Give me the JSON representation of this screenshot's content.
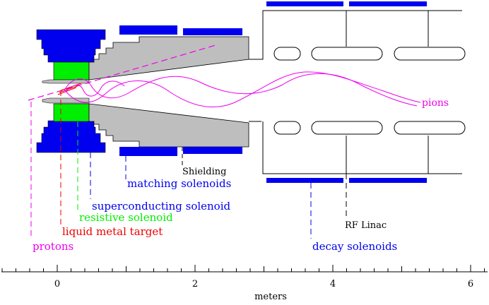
{
  "labels": {
    "pions": "pions",
    "shielding": "Shielding",
    "matching_solenoids": "matching solenoids",
    "superconducting_solenoid": "superconducting solenoid",
    "resistive_solenoid": "resistive solenoid",
    "liquid_metal_target": "liquid metal target",
    "protons": "protons",
    "rf_linac": "RF Linac",
    "decay_solenoids": "decay solenoids"
  },
  "axis": {
    "label": "meters",
    "ticks": [
      {
        "value": 0,
        "label": "0"
      },
      {
        "value": 2,
        "label": "2"
      },
      {
        "value": 4,
        "label": "4"
      },
      {
        "value": 6,
        "label": "6"
      }
    ],
    "range": [
      -0.8,
      6.3
    ]
  },
  "colors": {
    "blue": "#0000ee",
    "green": "#00ee00",
    "gray": "#bebebe",
    "magenta": "#ee00ee",
    "red": "#ee0000",
    "black": "#000000"
  }
}
